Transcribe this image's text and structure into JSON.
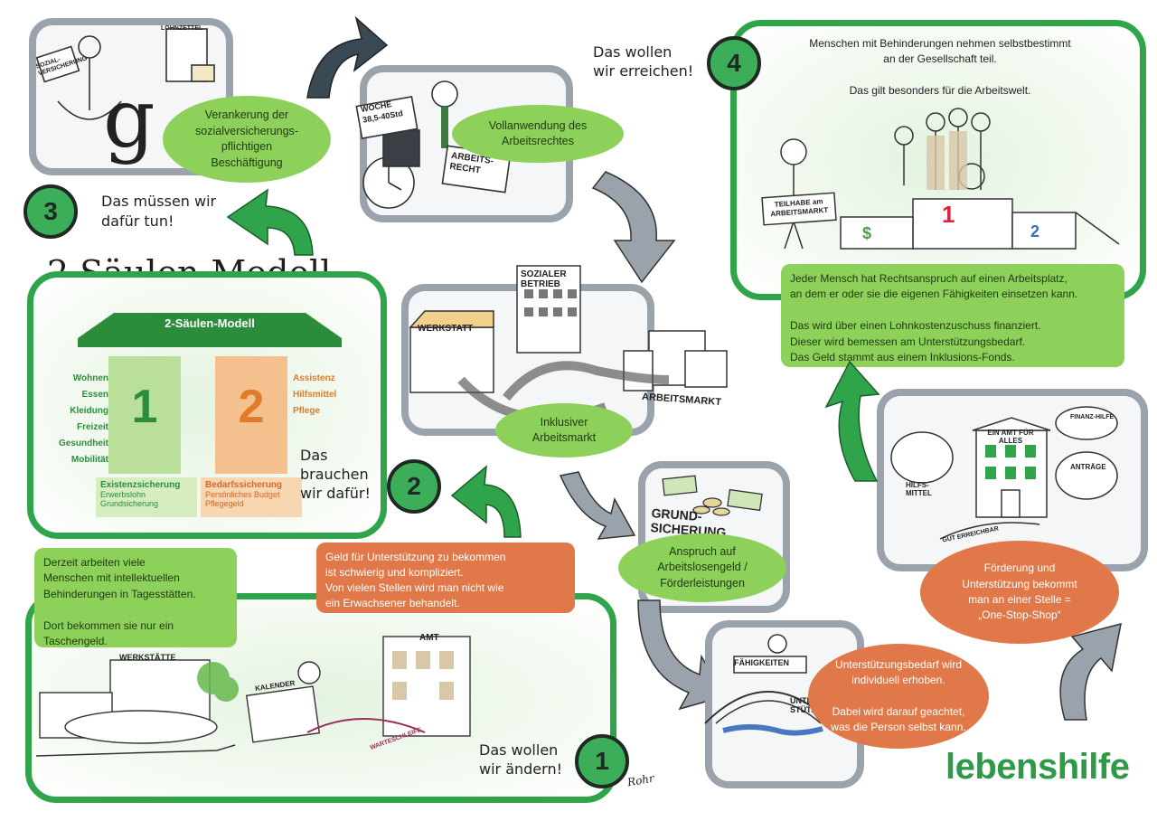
{
  "step1": {
    "number": "1",
    "caption": "Das wollen\nwir ändern!",
    "box_green": "Derzeit arbeiten viele\nMenschen mit intellektuellen\nBehinderungen in Tagesstätten.\n\nDort bekommen sie nur ein\nTaschengeld.",
    "box_orange": "Geld für Unterstützung zu bekommen\nist schwierig und kompliziert.\nVon vielen Stellen wird man nicht wie\nein Erwachsener behandelt.",
    "sketch_werkstatte": "WERKSTÄTTE",
    "sketch_amt": "AMT",
    "sketch_kalender": "KALENDER",
    "sketch_warteschleife": "WARTESCHLEIFE"
  },
  "step2": {
    "number": "2",
    "caption": "Das\nbrauchen\nwir dafür!",
    "model_title": "2 Säulen-Modell",
    "roof_label": "2-Säulen-Modell",
    "pillar1": "1",
    "pillar2": "2",
    "left_items": [
      "Wohnen",
      "Essen",
      "Kleidung",
      "Freizeit",
      "Gesundheit",
      "Mobilität"
    ],
    "right_items": [
      "Assistenz",
      "Hilfsmittel",
      "Pflege"
    ],
    "base1_title": "Existenzsicherung",
    "base1_items": [
      "Erwerbslohn",
      "Grundsicherung"
    ],
    "base2_title": "Bedarfssicherung",
    "base2_items": [
      "Persönliches Budget",
      "Pflegegeld"
    ]
  },
  "step3": {
    "number": "3",
    "caption": "Das müssen wir\ndafür tun!",
    "anchor_text": "Verankerung der\nsozialversicherungs-\npflichtigen\nBeschäftigung",
    "sketch_sozial": "SOZIAL-\nVERSICHERUNG",
    "sketch_lohn": "LOHNZETTEL",
    "arbeitsrecht_text": "Vollanwendung des\nArbeitsrechtes",
    "sketch_woche": "WOCHE\n38,5-40Std",
    "sketch_recht": "ARBEITS-\nRECHT",
    "markt_text": "Inklusiver\nArbeitsmarkt",
    "sketch_werkstatt": "WERKSTATT",
    "sketch_sozialer": "SOZIALER\nBETRIEB",
    "sketch_arbeitsmarkt": "ARBEITSMARKT",
    "grund_text": "Anspruch auf\nArbeitslosengeld /\nFörderleistungen",
    "sketch_grund": "GRUND-\nSICHERUNG",
    "bedarf_text": "Unterstützungsbedarf wird\nindividuell erhoben.\n\nDabei wird darauf geachtet,\nwas die Person selbst kann.",
    "sketch_faehig": "FÄHIGKEITEN",
    "sketch_unter": "UNTER-\nSTÜTZUNG",
    "onestop_text": "Förderung und\nUnterstützung bekommt\nman an einer Stelle =\n„One-Stop-Shop“",
    "sketch_amt_alles": "EIN AMT FÜR\nALLES",
    "sketch_finanz": "FINANZ-HILFE",
    "sketch_antraege": "ANTRÄGE",
    "sketch_hilfs": "HILFS-\nMITTEL",
    "sketch_erreichbar": "GUT ERREICHBAR"
  },
  "step4": {
    "number": "4",
    "caption": "Das wollen\nwir erreichen!",
    "top_text": "Menschen mit Behinderungen nehmen selbstbestimmt\nan der Gesellschaft teil.\n\nDas gilt besonders für die Arbeitswelt.",
    "sign": "TEILHABE am\nARBEITSMARKT",
    "podium": [
      "$",
      "1",
      "2"
    ],
    "right_box": "Jeder Mensch hat Rechtsanspruch auf einen Arbeitsplatz,\nan dem er oder sie die eigenen Fähigkeiten einsetzen kann.\n\nDas wird über einen Lohnkostenzuschuss finanziert.\nDieser wird bemessen am Unterstützungsbedarf.\nDas Geld stammt aus einem Inklusions-Fonds."
  },
  "brand": "lebenshilfe",
  "signature": "Rohr",
  "colors": {
    "green": "#2fa44a",
    "light_green": "#8dd05a",
    "orange": "#e0784a",
    "gray": "#9aa3ab",
    "brand": "#2e9a47"
  }
}
